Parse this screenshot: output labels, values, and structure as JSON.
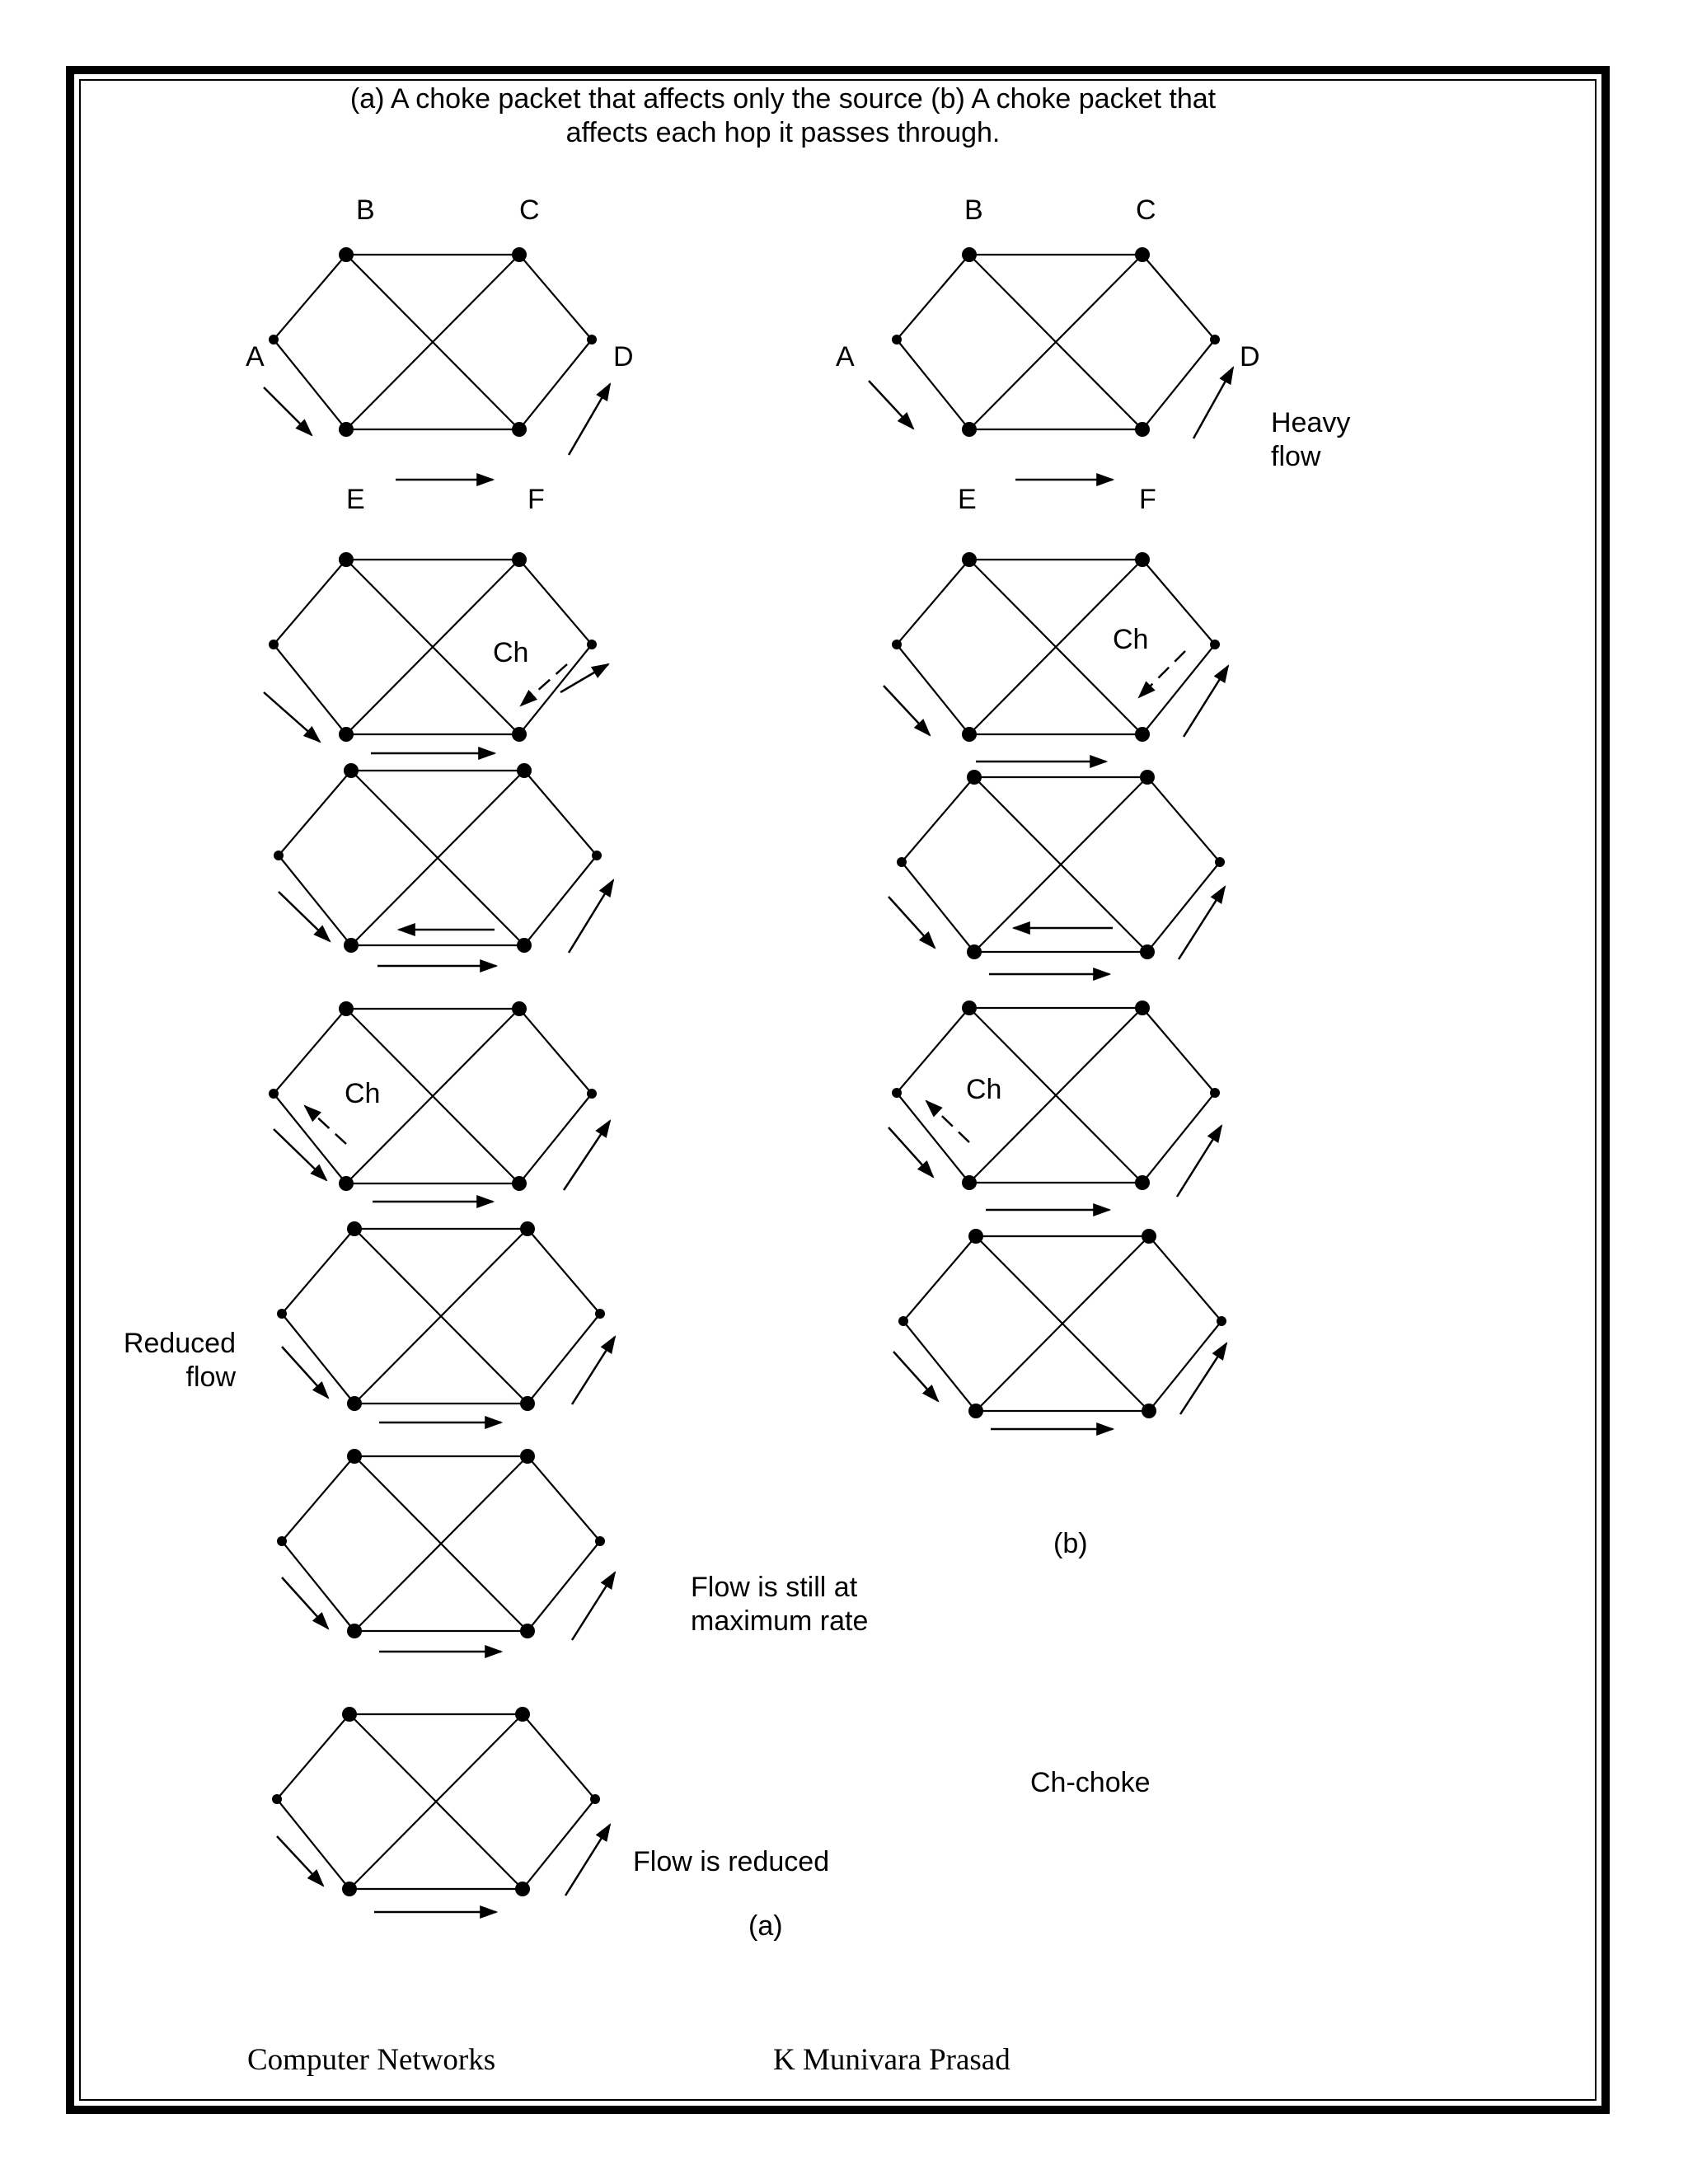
{
  "header": {
    "title_line1": "(a) A choke packet that affects only the source  (b) A choke packet that",
    "title_line2": "affects each hop it passes through."
  },
  "node_labels": {
    "a": {
      "B": "B",
      "C": "C",
      "A": "A",
      "D": "D",
      "E": "E",
      "F": "F"
    },
    "b": {
      "B": "B",
      "C": "C",
      "A": "A",
      "D": "D",
      "E": "E",
      "F": "F"
    }
  },
  "annotations": {
    "heavy_flow_line1": "Heavy",
    "heavy_flow_line2": "flow",
    "choke_label": "Ch",
    "reduced_flow_line1": "Reduced",
    "reduced_flow_line2": "flow",
    "still_max_line1": "Flow is still at",
    "still_max_line2": "maximum rate",
    "flow_reduced": "Flow is reduced",
    "legend": "Ch-choke",
    "caption_a": "(a)",
    "caption_b": "(b)"
  },
  "footer": {
    "left": "Computer Networks",
    "right": "K Munivara Prasad"
  }
}
